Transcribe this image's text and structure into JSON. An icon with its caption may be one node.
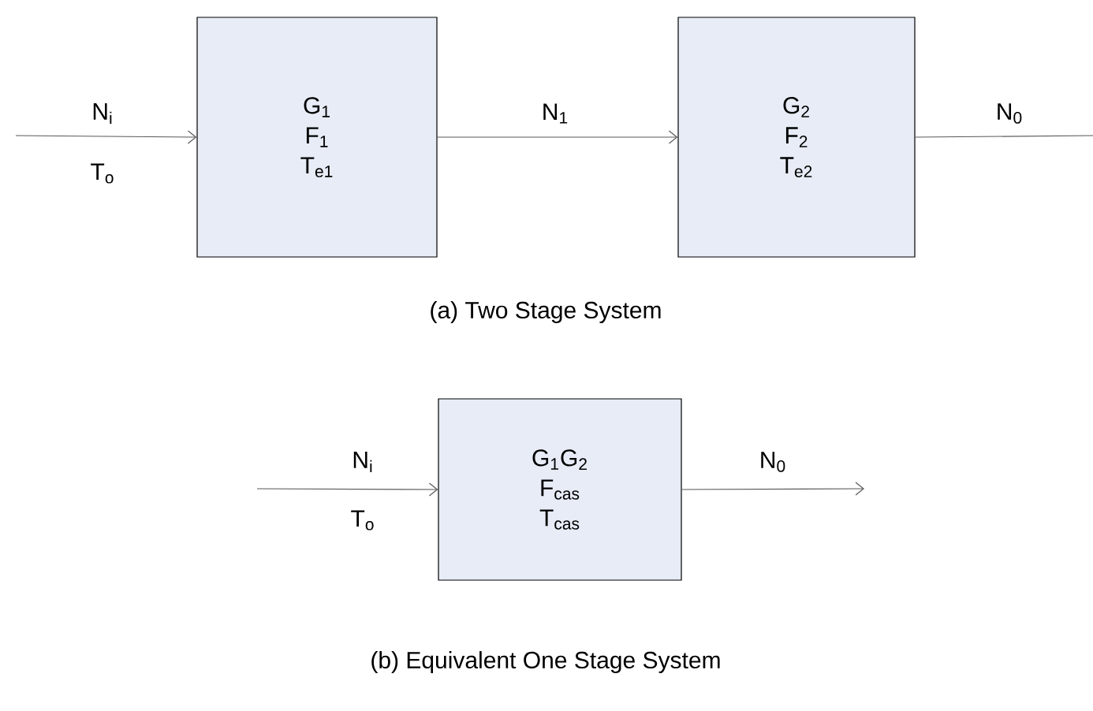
{
  "diagram": {
    "nodes": [
      {
        "text": [
          "G$_{1}$",
          "F$_{1}$",
          "T$_{e1}$"
        ]
      },
      {
        "text": [
          "G$_{2}$",
          "F$_{2}$",
          "T$_{e2}$"
        ]
      },
      {
        "text": [
          "G$_{1}$G$_{2}$",
          "F$_{cas}$",
          "T$_{cas}$"
        ]
      }
    ],
    "edges": [
      {
        "from": null,
        "to": 0,
        "arrow": "to",
        "label": "N$_{i}$"
      },
      {
        "from": 0,
        "to": 1,
        "arrow": "to",
        "label": "N$_{1}$"
      },
      {
        "from": 1,
        "to": null,
        "arrow": "none",
        "label": "N$_{0}$"
      },
      {
        "from": null,
        "to": 2,
        "arrow": "to",
        "label": "N$_{i}$"
      },
      {
        "from": 2,
        "to": null,
        "arrow": "to",
        "label": "N$_{0}$"
      }
    ],
    "labels": [
      "T$_{o}$",
      "(a) Two Stage System",
      "T$_{o}$",
      "(b) Equivalent One Stage System"
    ]
  }
}
